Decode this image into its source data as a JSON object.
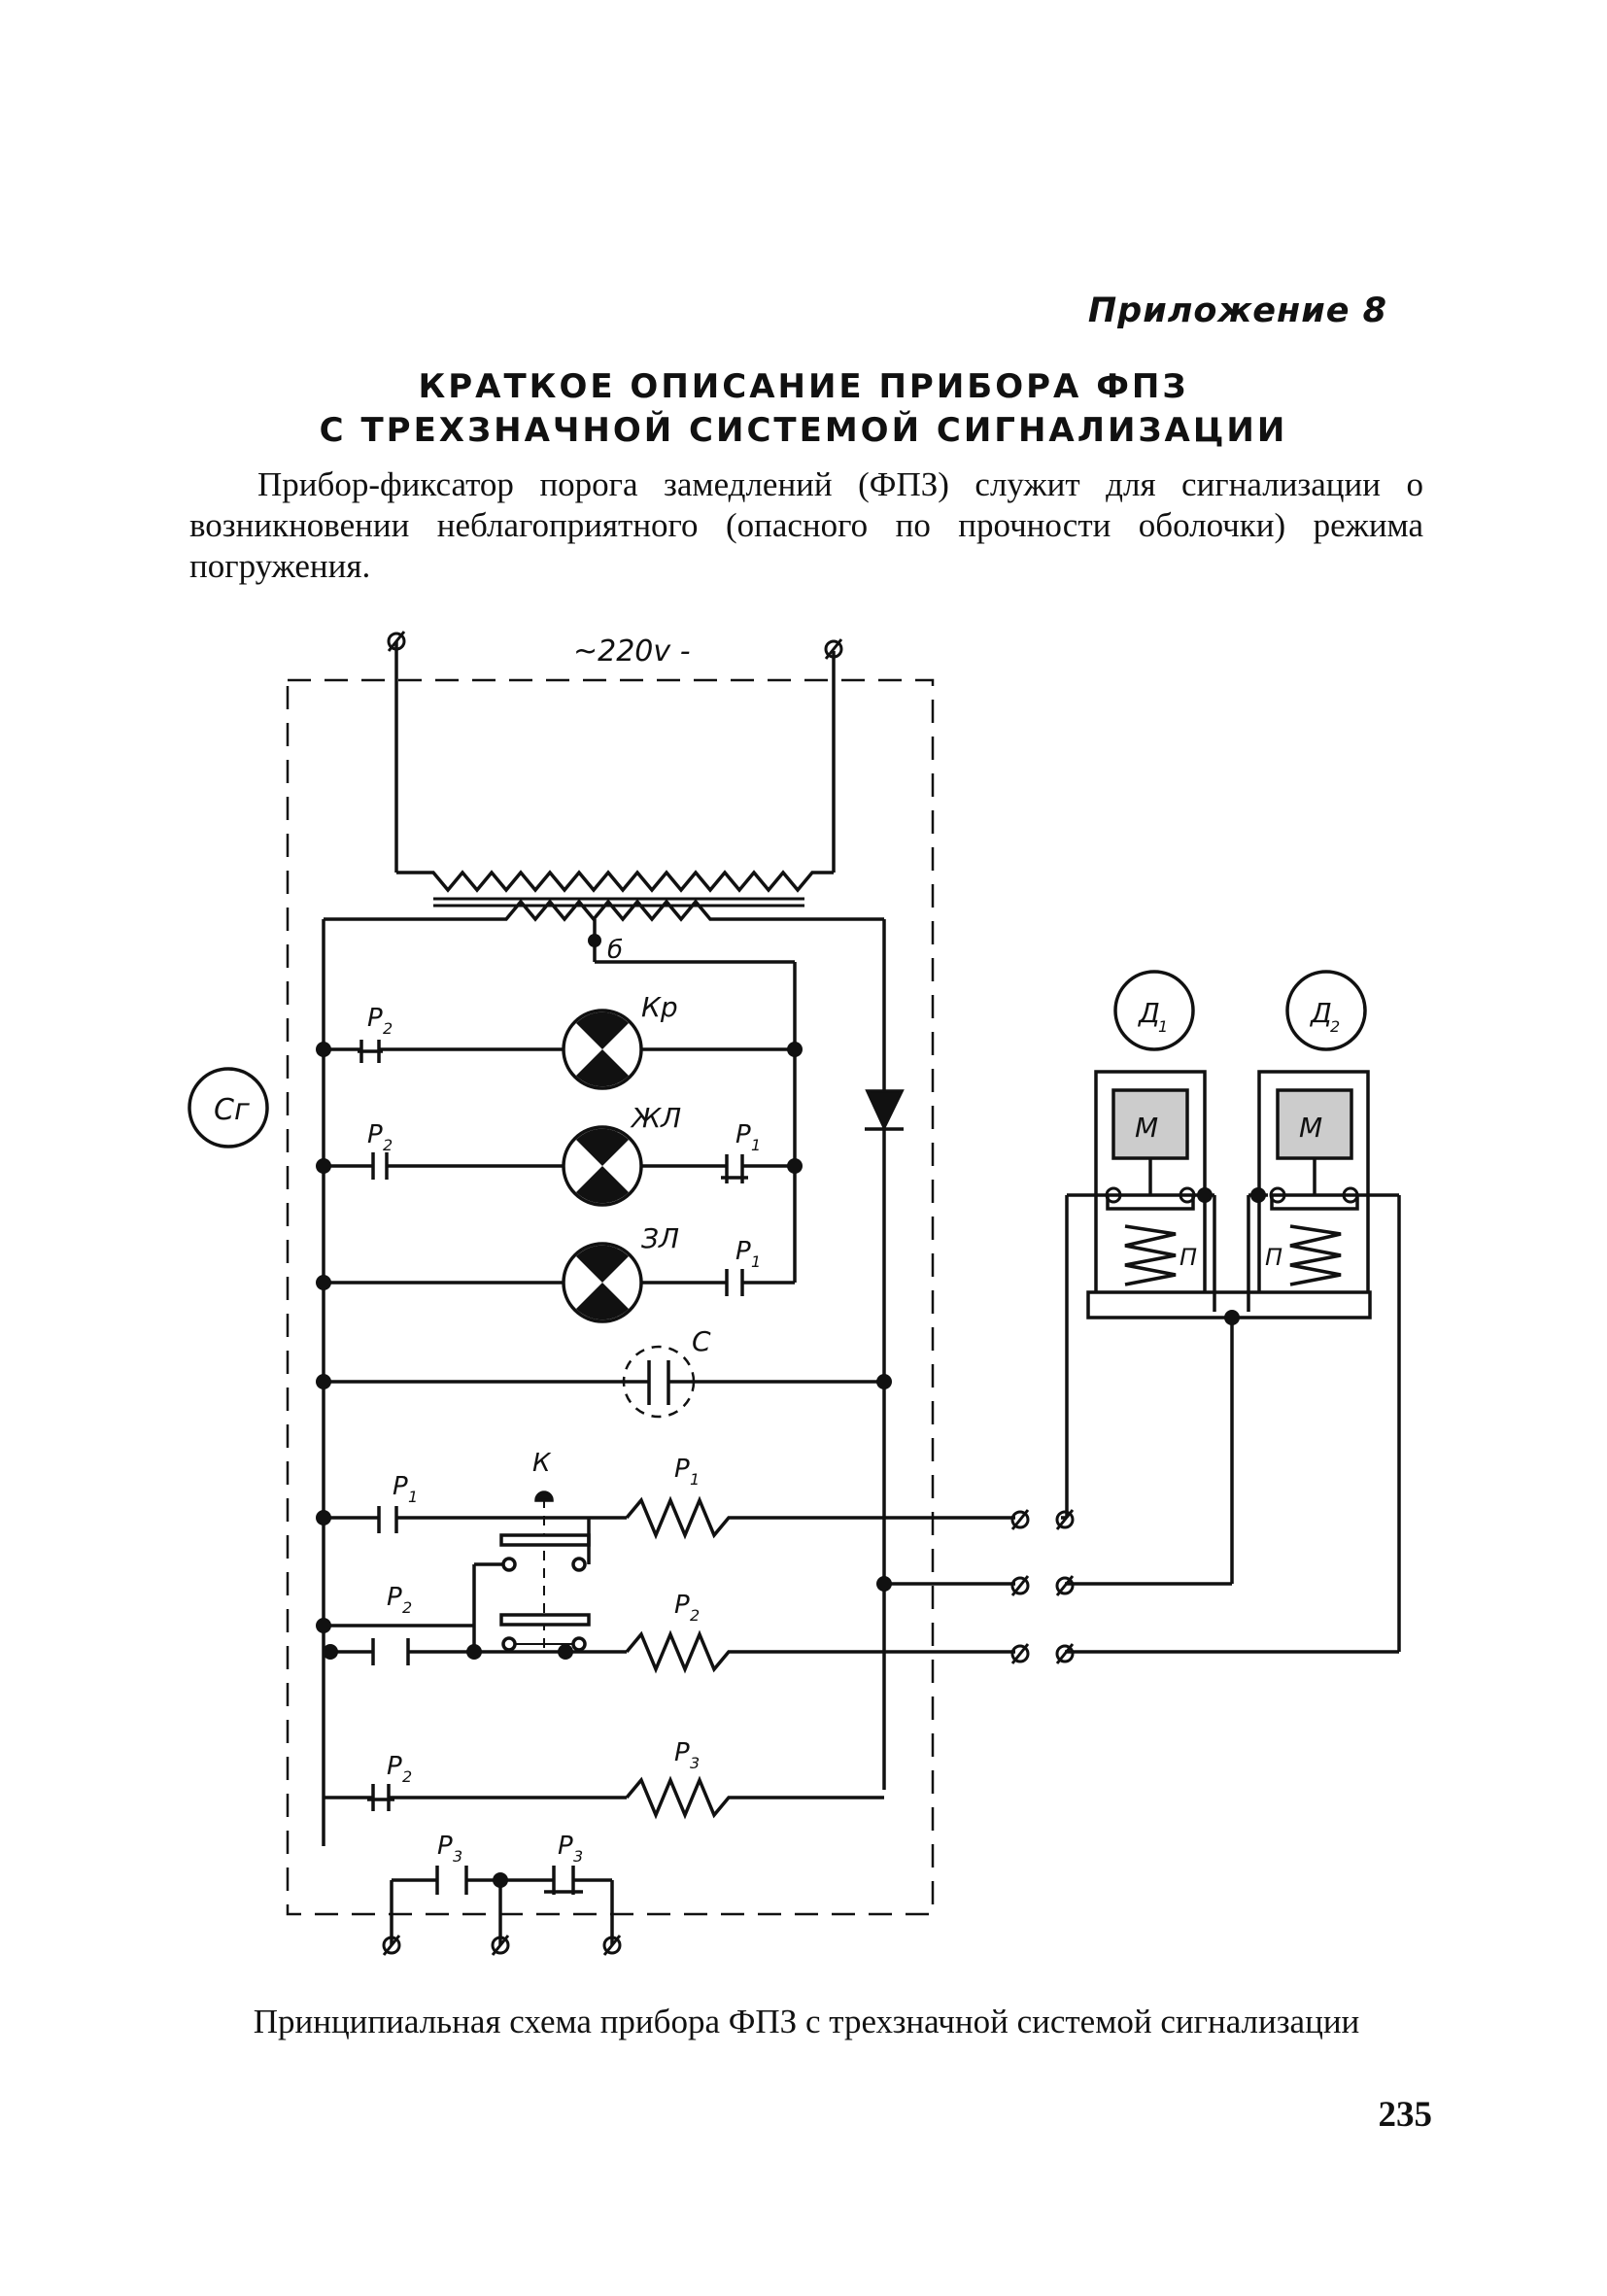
{
  "header": {
    "appendix": "Приложение 8"
  },
  "title": {
    "line1": "КРАТКОЕ ОПИСАНИЕ ПРИБОРА ФПЗ",
    "line2": "С ТРЕХЗНАЧНОЙ СИСТЕМОЙ СИГНАЛИЗАЦИИ"
  },
  "intro": "Прибор-фиксатор порога замедлений (ФПЗ) служит для сигнализации о возникновении неблагоприятного (опасного по прочности оболочки) режима погружения.",
  "diagram": {
    "voltage": "~220v -",
    "tap": "б",
    "Sg": "Сг",
    "Kr": "Кр",
    "ZhL": "ЖЛ",
    "ZL": "ЗЛ",
    "C": "С",
    "K": "К",
    "P1": "P",
    "P1sub": "1",
    "P2": "P",
    "P2sub": "2",
    "P3": "P",
    "P3sub": "3",
    "D": "Д",
    "D1sub": "1",
    "D2sub": "2",
    "M": "М",
    "Pspring": "П"
  },
  "caption": "Принципиальная схема прибора ФПЗ с трехзначной системой сигнализации",
  "page_number": "235"
}
